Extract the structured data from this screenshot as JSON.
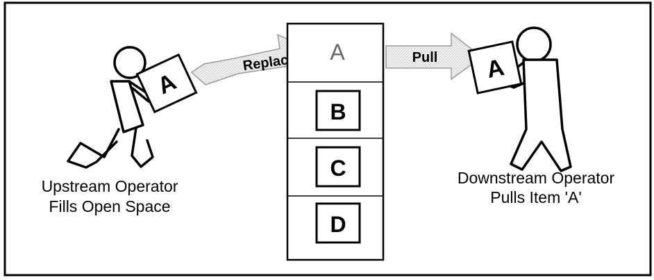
{
  "arrows": {
    "replace_label": "Replace",
    "pull_label": "Pull"
  },
  "rack": {
    "open_slot_label": "A",
    "items": [
      "B",
      "C",
      "D"
    ]
  },
  "upstream": {
    "box_label": "A",
    "caption_line1": "Upstream Operator",
    "caption_line2": "Fills Open Space"
  },
  "downstream": {
    "box_label": "A",
    "caption_line1": "Downstream Operator",
    "caption_line2": "Pulls Item 'A'"
  }
}
